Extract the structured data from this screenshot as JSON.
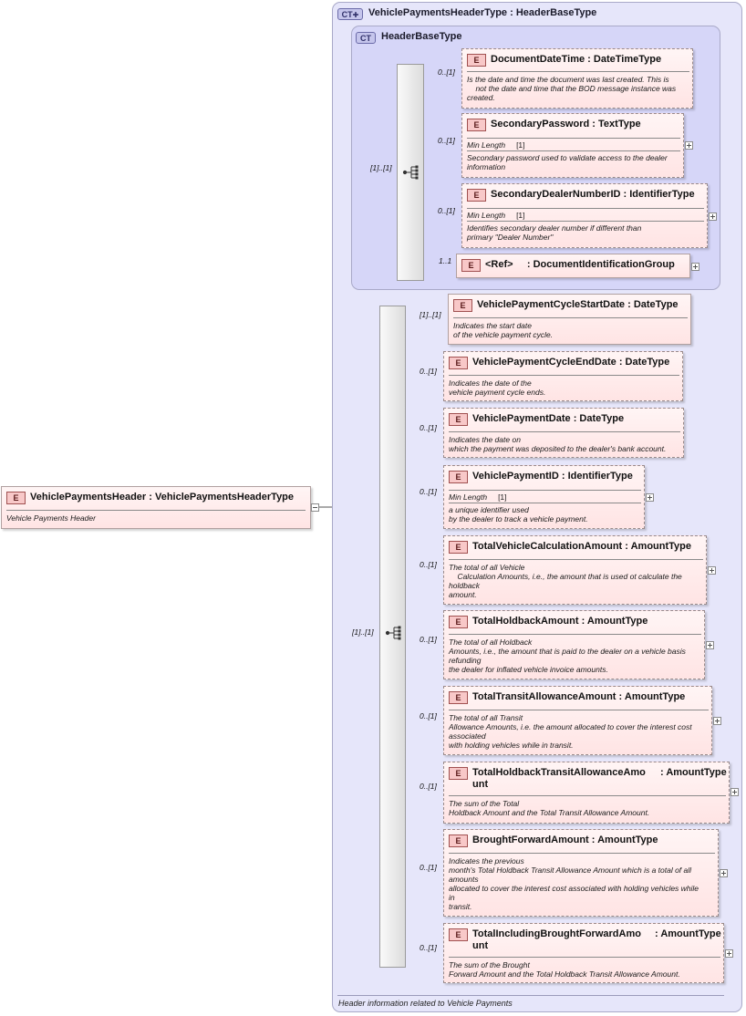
{
  "root": {
    "badge": "E",
    "name": "VehiclePaymentsHeader",
    "type": "VehiclePaymentsHeaderType",
    "doc": "Vehicle Payments Header"
  },
  "outer_type": {
    "badge": "CT",
    "name": "VehiclePaymentsHeaderType",
    "base": "HeaderBaseType",
    "doc": "Header information related to Vehicle Payments"
  },
  "inner_type": {
    "badge": "CT",
    "name": "HeaderBaseType"
  },
  "colon": ":",
  "seq1_cardinality": "[1]..[1]",
  "seq2_cardinality": "[1]..[1]",
  "facet_label": "Min Length",
  "facet_value": "[1]",
  "base_elements": [
    {
      "card": "0..[1]",
      "badge": "E",
      "name": "DocumentDateTime",
      "type": "DateTimeType",
      "doc": "Is the date and time the document was last created. This is\n    not the date and time that the BOD message instance was\ncreated."
    },
    {
      "card": "0..[1]",
      "badge": "E",
      "name": "SecondaryPassword",
      "type": "TextType",
      "doc": "Secondary password used to validate access to the dealer\ninformation"
    },
    {
      "card": "0..[1]",
      "badge": "E",
      "name": "SecondaryDealerNumberID",
      "type": "IdentifierType",
      "doc": "Identifies secondary dealer number if different than\nprimary \"Dealer Number\""
    },
    {
      "card": "1..1",
      "badge": "E",
      "name": "<Ref>",
      "type": "DocumentIdentificationGroup",
      "doc": ""
    }
  ],
  "elements": [
    {
      "card": "[1]..[1]",
      "badge": "E",
      "name": "VehiclePaymentCycleStartDate",
      "type": "DateType",
      "doc": "Indicates the start date\nof the vehicle payment cycle."
    },
    {
      "card": "0..[1]",
      "badge": "E",
      "name": "VehiclePaymentCycleEndDate",
      "type": "DateType",
      "doc": "Indicates the date of the\nvehicle payment cycle ends."
    },
    {
      "card": "0..[1]",
      "badge": "E",
      "name": "VehiclePaymentDate",
      "type": "DateType",
      "doc": "Indicates the date on\nwhich the payment was deposited to the dealer's bank account."
    },
    {
      "card": "0..[1]",
      "badge": "E",
      "name": "VehiclePaymentID",
      "type": "IdentifierType",
      "doc": "a unique identifier used\nby the dealer to track a vehicle payment."
    },
    {
      "card": "0..[1]",
      "badge": "E",
      "name": "TotalVehicleCalculationAmount",
      "type": "AmountType",
      "doc": "The total of all Vehicle\n    Calculation Amounts, i.e., the amount that is used ot calculate the\nholdback\namount."
    },
    {
      "card": "0..[1]",
      "badge": "E",
      "name": "TotalHoldbackAmount",
      "type": "AmountType",
      "doc": "The total of all Holdback\nAmounts, i.e., the amount that is paid to the dealer on a vehicle basis\nrefunding\nthe dealer for inflated vehicle invoice amounts."
    },
    {
      "card": "0..[1]",
      "badge": "E",
      "name": "TotalTransitAllowanceAmount",
      "type": "AmountType",
      "doc": "The total of all Transit\nAllowance Amounts, i.e. the amount allocated to cover the interest cost\nassociated\nwith holding vehicles while in transit."
    },
    {
      "card": "0..[1]",
      "badge": "E",
      "name": "TotalHoldbackTransitAllowanceAmo\nunt",
      "type": "AmountType",
      "doc": "The sum of the Total\nHoldback Amount and the Total Transit Allowance Amount."
    },
    {
      "card": "0..[1]",
      "badge": "E",
      "name": "BroughtForwardAmount",
      "type": "AmountType",
      "doc": "Indicates the previous\nmonth's Total Holdback Transit Allowance Amount which is a total of all\namounts\nallocated to cover the interest cost associated with holding vehicles while\nin\ntransit."
    },
    {
      "card": "0..[1]",
      "badge": "E",
      "name": "TotalIncludingBroughtForwardAmo\nunt",
      "type": "AmountType",
      "doc": "The sum of the Brought\nForward Amount and the Total Holdback Transit Allowance Amount."
    }
  ]
}
